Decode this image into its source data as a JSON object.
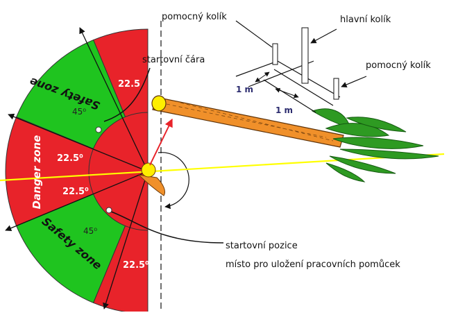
{
  "labels": {
    "aux_peg_top": "pomocný kolík",
    "main_peg": "hlavní kolík",
    "aux_peg_right": "pomocný kolík",
    "start_line": "startovní čára",
    "start_position": "startovní pozice",
    "tool_place": "místo pro uložení pracovních pomůcek",
    "dist_1": "1 m",
    "dist_2": "1 m"
  },
  "angles": {
    "top_red": "22.5",
    "upper_green": "45⁰",
    "inner_upper": "22.5⁰",
    "inner_lower": "22.5⁰",
    "lower_green": "45⁰",
    "bottom_red": "22.5⁰"
  },
  "zones": {
    "safety_upper": "Safety zone",
    "danger": "Danger zone",
    "safety_lower": "Safety zone"
  },
  "colors": {
    "danger_red": "#e8232a",
    "safety_green": "#1fc41f",
    "direction_line": "#ffff00",
    "trunk": "#f0902a",
    "arrow_red": "#e8232a",
    "crown_green": "#2e9a22"
  }
}
